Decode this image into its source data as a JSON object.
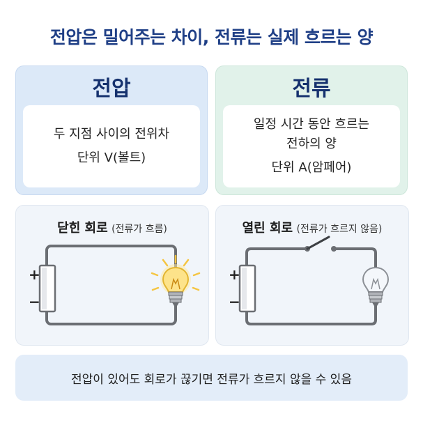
{
  "title": "전압은 밀어주는 차이, 전류는 실제 흐르는 양",
  "voltage": {
    "heading": "전압",
    "line1": "두 지점 사이의 전위차",
    "unit": "단위 V(볼트)"
  },
  "current": {
    "heading": "전류",
    "line1": "일정 시간 동안 흐르는",
    "line2": "전하의 양",
    "unit": "단위 A(암페어)"
  },
  "closed_circuit": {
    "label": "닫힌 회로",
    "note": "(전류가 흐름)",
    "plus": "+",
    "minus": "−"
  },
  "open_circuit": {
    "label": "열린 회로",
    "note": "(전류가 흐르지 않음)",
    "plus": "+",
    "minus": "−"
  },
  "footer": "전압이 있어도 회로가 끊기면 전류가 흐르지 않을 수 있음",
  "colors": {
    "title": "#1f3f86",
    "voltage_bg": "#dce9f8",
    "current_bg": "#e1f2ea",
    "wire": "#6b6e73",
    "glow": "#f5c542"
  },
  "icons": [
    "battery-icon",
    "lit-bulb-icon",
    "unlit-bulb-icon",
    "open-switch-icon"
  ]
}
